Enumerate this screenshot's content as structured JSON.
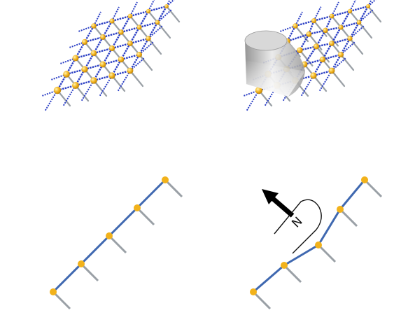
{
  "figure": {
    "colors": {
      "background": "#ffffff",
      "lattice_bond": "#2b3fc4",
      "lattice_bond_highlight": "#9fb0ff",
      "stick_bond": "#3f68b0",
      "side_bond": "#9aa0a6",
      "atom": "#f2b21b",
      "atom_highlight": "#fff3b0",
      "probe_tip": "#c9c9c9",
      "arrow": "#000000"
    },
    "panels": [
      {
        "id": "lattice-flat",
        "kind": "3d-lattice",
        "rows": 5,
        "cols": 5,
        "has_tip": false
      },
      {
        "id": "lattice-deformed",
        "kind": "3d-lattice",
        "rows": 5,
        "cols": 5,
        "has_tip": true
      },
      {
        "id": "chain-flat",
        "kind": "chain",
        "atoms": 5,
        "has_label": false
      },
      {
        "id": "chain-deformed",
        "kind": "chain",
        "atoms": 5,
        "has_label": true
      }
    ],
    "tip_label": {
      "text": "N",
      "icon": "u-shaped-tip-outline",
      "direction_icon": "arrow-icon"
    }
  }
}
